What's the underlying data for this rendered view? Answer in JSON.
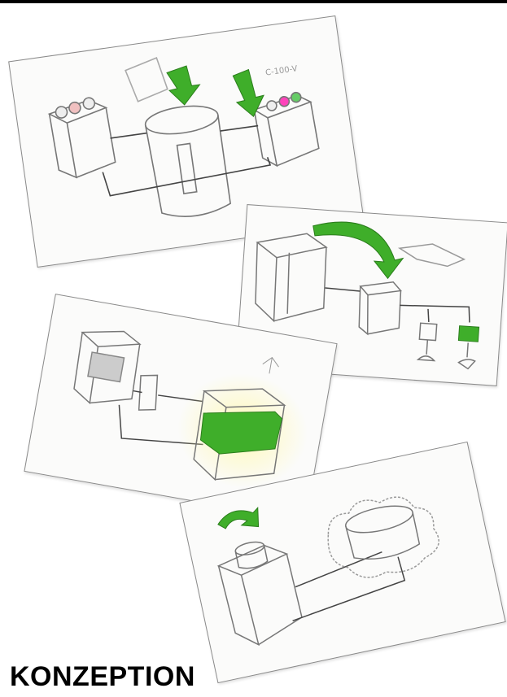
{
  "page": {
    "title": "KONZEPTION",
    "accent_color": "#3fae2a"
  },
  "sketches": [
    {
      "name": "sketch-1",
      "handwriting": "C-100-V"
    },
    {
      "name": "sketch-2"
    },
    {
      "name": "sketch-3"
    },
    {
      "name": "sketch-4"
    }
  ]
}
